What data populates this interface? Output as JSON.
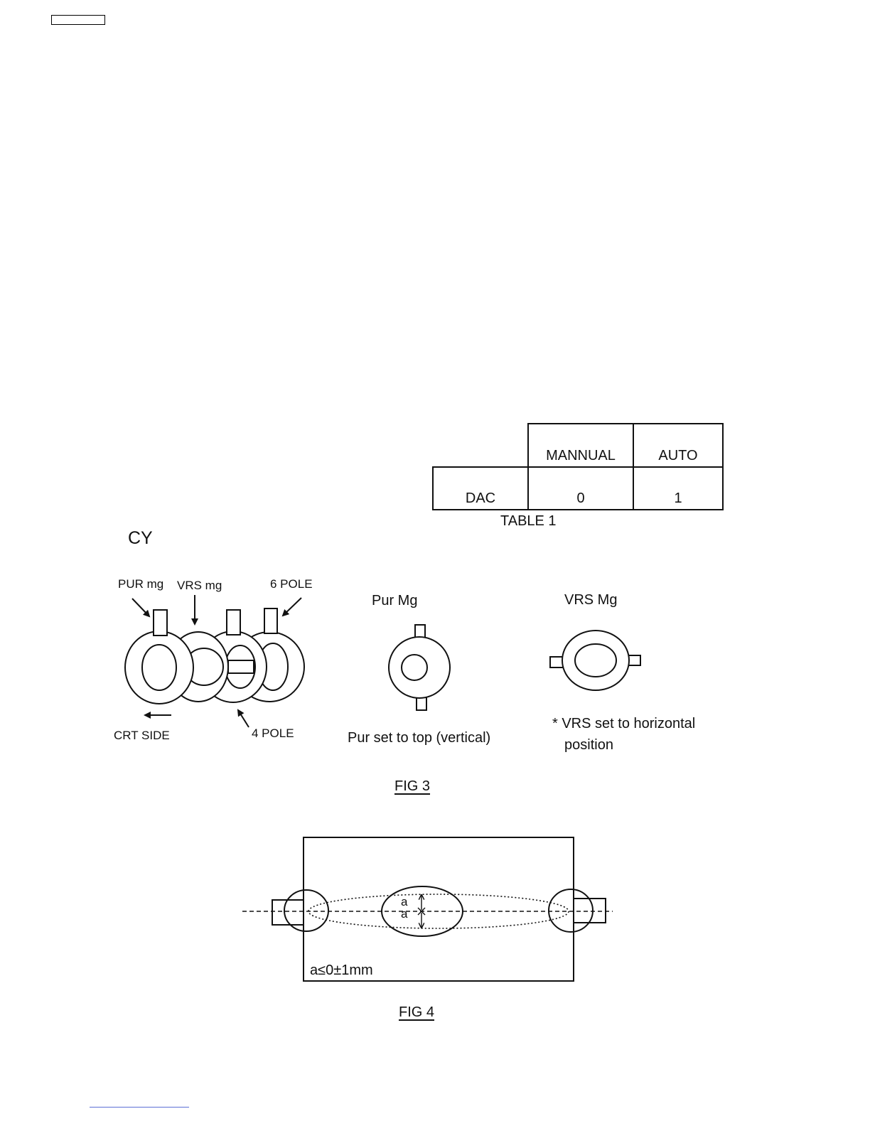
{
  "table1": {
    "header": [
      "",
      "MANNUAL",
      "AUTO"
    ],
    "rows": [
      {
        "label": "DAC",
        "values": [
          "0",
          "1"
        ]
      }
    ],
    "caption": "TABLE 1"
  },
  "fig3": {
    "section_label": "CY",
    "assembly_labels": {
      "pur_mg": "PUR mg",
      "vrs_mg": "VRS mg",
      "six_pole": "6 POLE",
      "four_pole": "4 POLE",
      "crt_side": "CRT SIDE"
    },
    "pur_detail": {
      "title": "Pur Mg",
      "note": "Pur set to top (vertical)"
    },
    "vrs_detail": {
      "title": "VRS Mg",
      "note_line1": "* VRS set to horizontal",
      "note_line2": "position"
    },
    "caption": "FIG  3"
  },
  "fig4": {
    "marker_a_top": "a",
    "marker_a_bottom": "a",
    "tolerance": "a≤0±1mm",
    "caption": "FIG  4"
  }
}
